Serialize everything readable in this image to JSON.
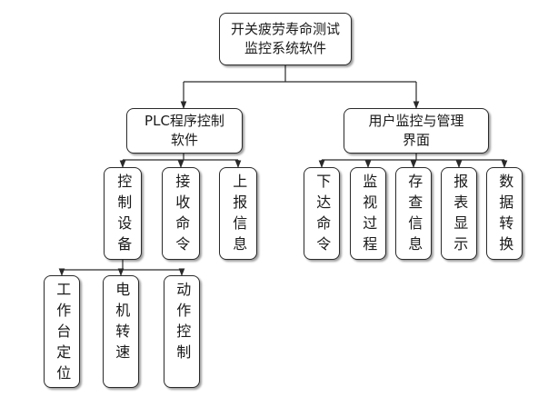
{
  "root": {
    "label": "开关疲劳寿命测试\n监控系统软件"
  },
  "plc": {
    "label": "PLC程序控制\n软件",
    "children": [
      {
        "key": "control",
        "label": "控制设备",
        "children": [
          {
            "label": "工作台定位"
          },
          {
            "label": "电机转速"
          },
          {
            "label": "动作控制"
          }
        ]
      },
      {
        "key": "receive",
        "label": "接收命令"
      },
      {
        "key": "report",
        "label": "上报信息"
      }
    ]
  },
  "user": {
    "label": "用户监控与管理\n界面",
    "children": [
      {
        "label": "下达命令"
      },
      {
        "label": "监视过程"
      },
      {
        "label": "存查信息"
      },
      {
        "label": "报表显示"
      },
      {
        "label": "数据转换"
      }
    ]
  }
}
